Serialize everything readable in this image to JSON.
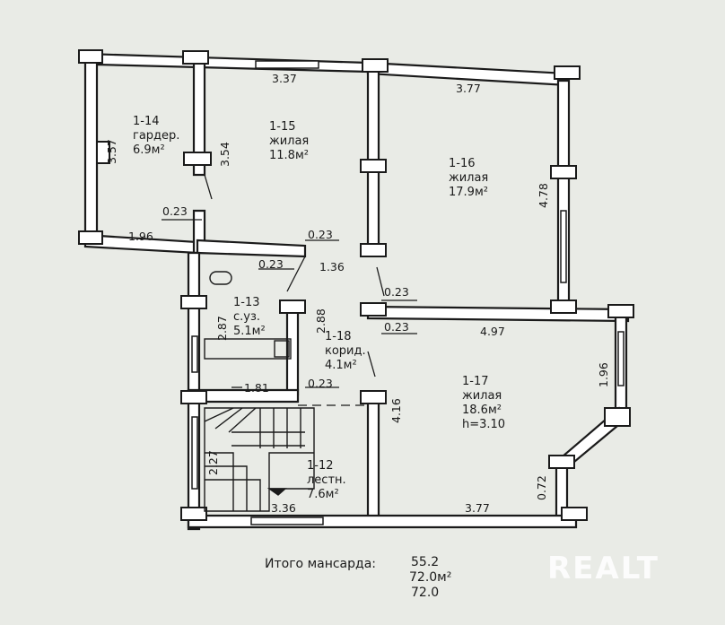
{
  "rooms": [
    {
      "id": "1-14",
      "name": "гардер.",
      "area": "6.9м²"
    },
    {
      "id": "1-15",
      "name": "жилая",
      "area": "11.8м²"
    },
    {
      "id": "1-16",
      "name": "жилая",
      "area": "17.9м²"
    },
    {
      "id": "1-13",
      "name": "с.уз.",
      "area": "5.1м²"
    },
    {
      "id": "1-18",
      "name": "корид.",
      "area": "4.1м²"
    },
    {
      "id": "1-17",
      "name": "жилая",
      "area": "18.6м²",
      "height": "h=3.10"
    },
    {
      "id": "1-12",
      "name": "лестн.",
      "area": "7.6м²"
    }
  ],
  "dimensions": {
    "d_337": "3.37",
    "d_377_top": "3.77",
    "d_357": "3.57",
    "d_354": "3.54",
    "d_478": "4.78",
    "d_023_a": "0.23",
    "d_196_h": "1.96",
    "d_023_b": "0.23",
    "d_023_c": "0.23",
    "d_136": "1.36",
    "d_023_d": "0.23",
    "d_023_e": "0.23",
    "d_497": "4.97",
    "d_287": "2.87",
    "d_288": "2.88",
    "d_181": "1.81",
    "d_023_f": "0.23",
    "d_196_v": "1.96",
    "d_416": "4.16",
    "d_227": "2.27",
    "d_072": "0.72",
    "d_336": "3.36",
    "d_377_bottom": "3.77"
  },
  "totals": {
    "label": "Итого мансарда:",
    "value_a": "55.2",
    "value_b": "72.0м²",
    "value_c": "72.0"
  },
  "watermark": "REALT",
  "colors": {
    "paper": "#e9ebe6",
    "wall": "#1a1a1a",
    "wall_fill": "#ffffff"
  }
}
